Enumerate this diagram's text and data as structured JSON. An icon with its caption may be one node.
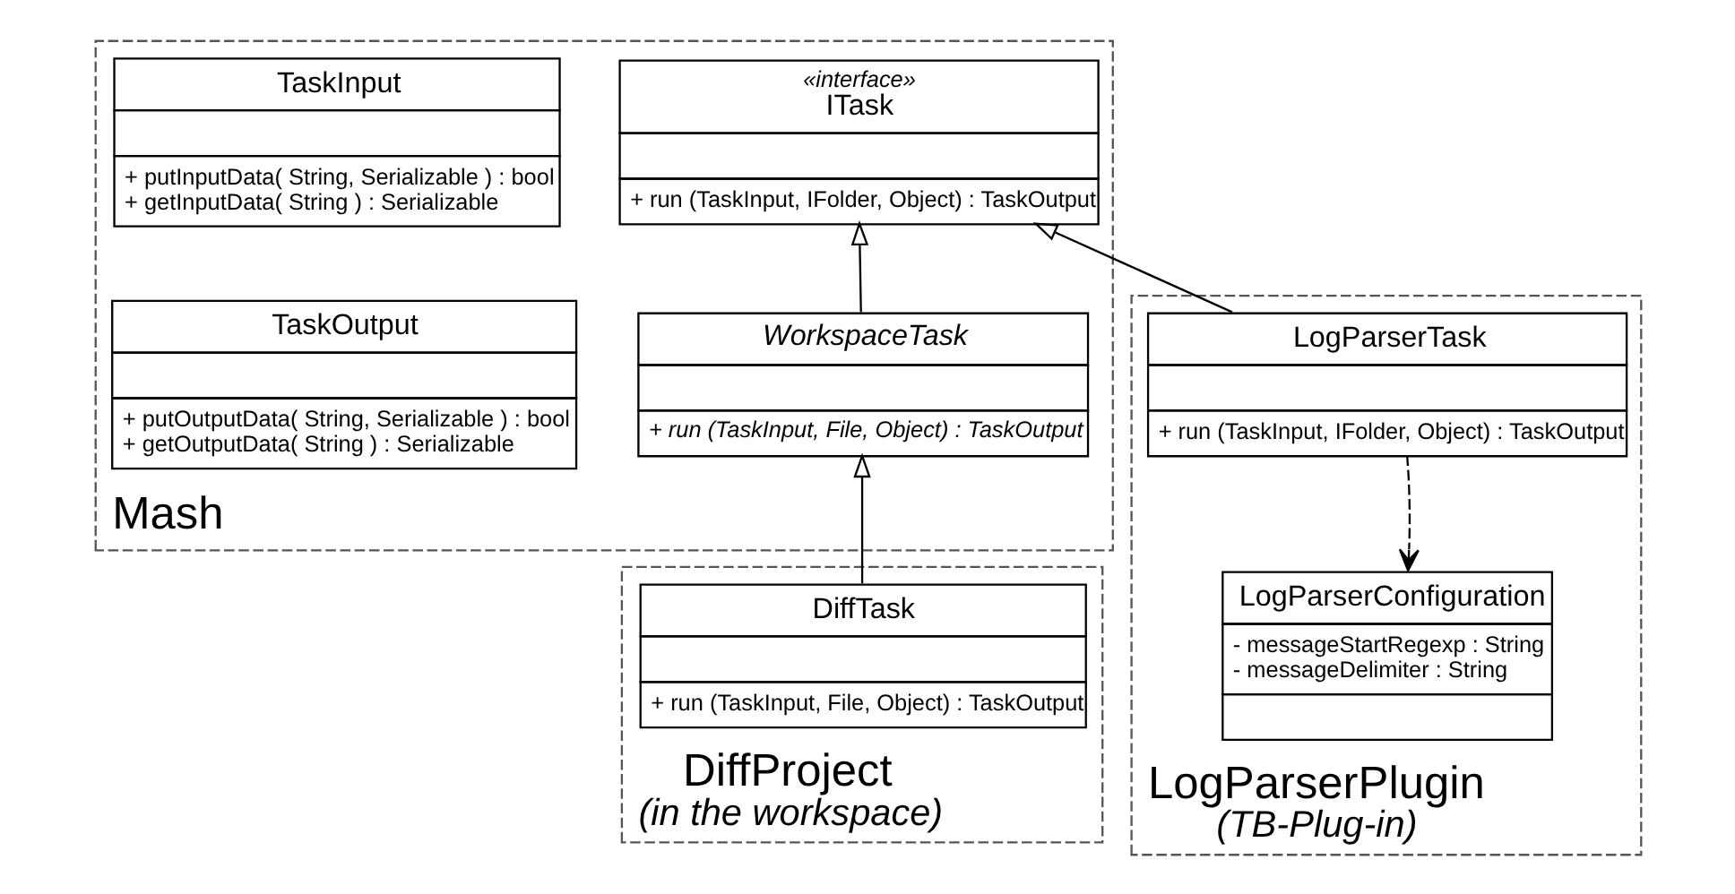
{
  "diagram": {
    "nodes": [
      {
        "text": [
          "Mash"
        ]
      },
      {
        "text": [
          "«interface»",
          "ITask",
          "+ run (TaskInput, IFolder, Object) : TaskOutput"
        ],
        "in": 0
      },
      {
        "text": [
          "TaskInput",
          "+ putInputData( String, Serializable ) : bool",
          "+ getInputData( String ) : Serializable"
        ],
        "in": 0
      },
      {
        "text": [
          "TaskOutput",
          "+ putOutputData( String, Serializable ) : bool",
          "+ getOutputData( String ) : Serializable"
        ],
        "in": 0
      },
      {
        "text": [
          "WorkspaceTask",
          "+ run (TaskInput, File, Object) : TaskOutput"
        ],
        "in": 0
      },
      {
        "text": [
          "LogParserPlugin",
          "(TB-Plug-in)"
        ]
      },
      {
        "text": [
          "LogParserTask",
          "+ run (TaskInput, IFolder, Object) : TaskOutput"
        ],
        "in": 5
      },
      {
        "text": [
          "LogParserConfiguration",
          "- messageStartRegexp : String",
          "- messageDelimiter : String"
        ],
        "in": 5
      },
      {
        "text": [
          "DiffProject",
          "(in the workspace)"
        ]
      },
      {
        "text": [
          "DiffTask",
          "+ run (TaskInput, File, Object) : TaskOutput"
        ],
        "in": 8
      }
    ],
    "edges": [
      {
        "from": 4,
        "to": 1,
        "arrow": "to"
      },
      {
        "from": 6,
        "to": 1,
        "arrow": "to"
      },
      {
        "from": 9,
        "to": 4,
        "arrow": "to"
      },
      {
        "from": 6,
        "to": 7,
        "arrow": "to",
        "style": "dashed"
      }
    ]
  }
}
